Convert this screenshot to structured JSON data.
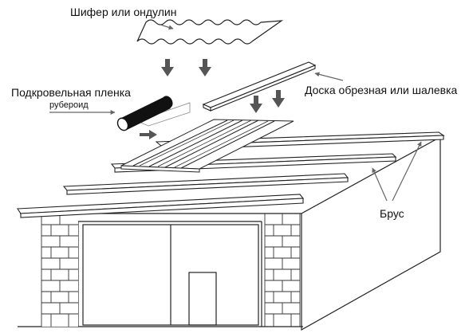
{
  "labels": {
    "slate": "Шифер или ондулин",
    "film": "Подкровельная пленка",
    "roofing_felt": "рубероид",
    "board": "Доска обрезная или шалевка",
    "beam": "Брус"
  },
  "colors": {
    "line": "#222222",
    "arrow": "#555555",
    "brick_fill": "#e9e9e9",
    "roll": "#111111"
  }
}
